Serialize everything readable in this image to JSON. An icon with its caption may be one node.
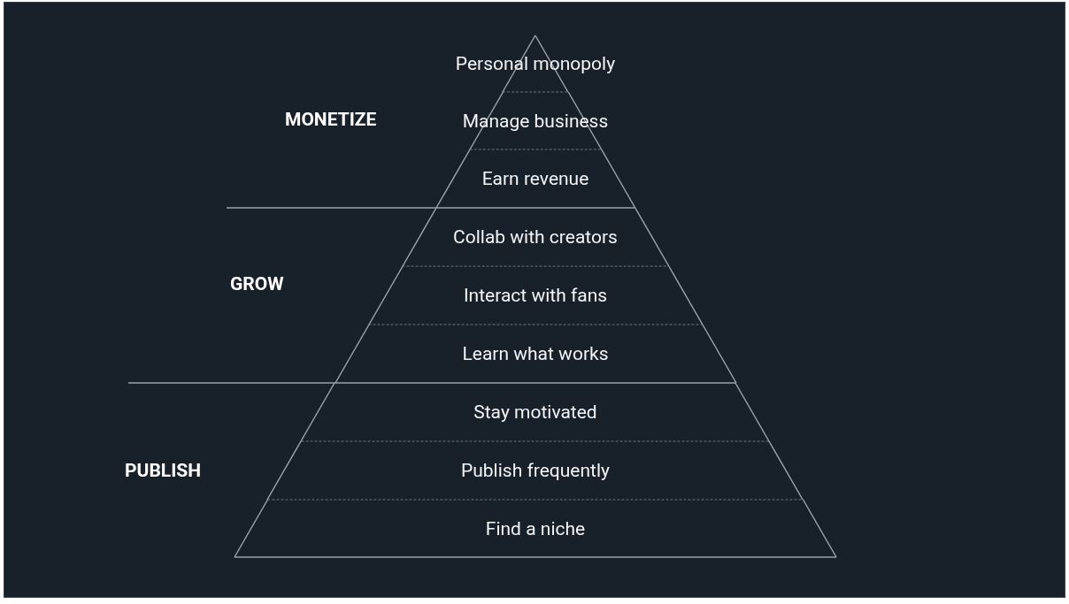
{
  "diagram": {
    "nodes": [
      {
        "text": [
          "Personal monopoly"
        ]
      },
      {
        "text": [
          "Manage business"
        ]
      },
      {
        "text": [
          "Earn revenue"
        ]
      },
      {
        "text": [
          "Collab with creators"
        ]
      },
      {
        "text": [
          "Interact with fans"
        ]
      },
      {
        "text": [
          "Learn what works"
        ]
      },
      {
        "text": [
          "Stay motivated"
        ]
      },
      {
        "text": [
          "Publish frequently"
        ]
      },
      {
        "text": [
          "Find a niche"
        ]
      }
    ],
    "labels": [
      "MONETIZE",
      "GROW",
      "PUBLISH"
    ]
  }
}
